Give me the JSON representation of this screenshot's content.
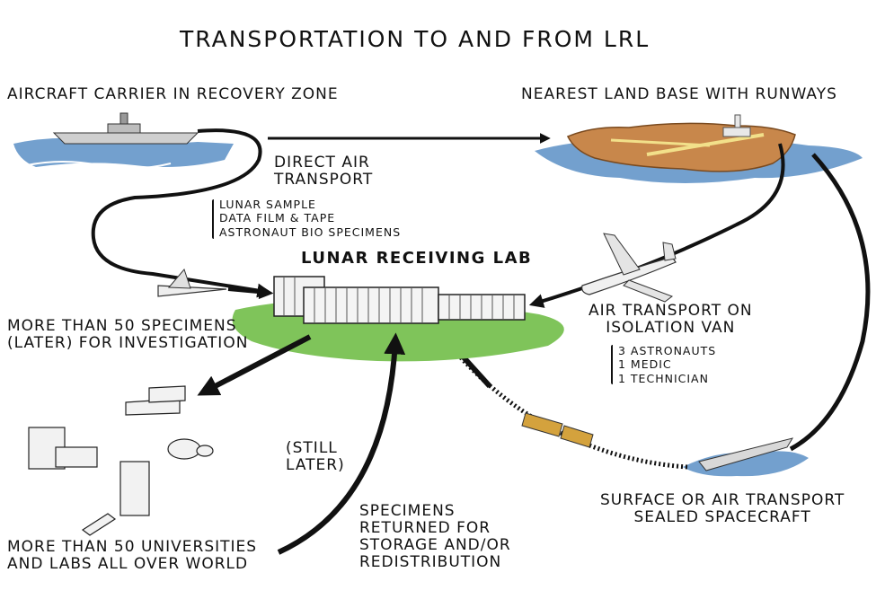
{
  "title": "TRANSPORTATION TO AND FROM LRL",
  "labels": {
    "carrier": "AIRCRAFT CARRIER IN RECOVERY ZONE",
    "land_base": "NEAREST LAND BASE WITH RUNWAYS",
    "direct_air": [
      "DIRECT AIR",
      "TRANSPORT"
    ],
    "direct_air_cargo": [
      "LUNAR SAMPLE",
      "DATA FILM & TAPE",
      "ASTRONAUT BIO SPECIMENS"
    ],
    "lab": "LUNAR RECEIVING LAB",
    "investigation": [
      "MORE THAN 50 SPECIMENS",
      "(LATER)  FOR INVESTIGATION"
    ],
    "air_transport_van": [
      "AIR TRANSPORT ON",
      "ISOLATION VAN"
    ],
    "van_passengers": [
      "3 ASTRONAUTS",
      "1 MEDIC",
      "1 TECHNICIAN"
    ],
    "still_later": [
      "(STILL",
      "LATER)"
    ],
    "returned": [
      "SPECIMENS",
      "RETURNED FOR",
      "STORAGE AND/OR",
      "REDISTRIBUTION"
    ],
    "spacecraft": [
      "SURFACE OR AIR TRANSPORT",
      "SEALED SPACECRAFT"
    ],
    "universities": [
      "MORE THAN 50 UNIVERSITIES",
      "AND LABS ALL OVER WORLD"
    ]
  },
  "colors": {
    "water": "#5b8fc6",
    "island": "#c8874b",
    "lawn": "#7fc45a",
    "ink": "#111111"
  }
}
